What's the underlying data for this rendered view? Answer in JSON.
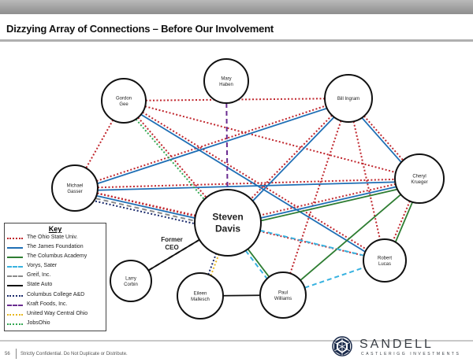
{
  "title": "Dizzying Array of Connections – Before Our Involvement",
  "nodes": {
    "mary": [
      "Mary",
      "Haben"
    ],
    "gordon": [
      "Gordon",
      "Gee"
    ],
    "bill": [
      "Bill Ingram"
    ],
    "michael": [
      "Michael",
      "Gasser"
    ],
    "cheryl": [
      "Cheryl",
      "Krueger"
    ],
    "steven": [
      "Steven",
      "Davis"
    ],
    "robert": [
      "Robert",
      "Lucas"
    ],
    "larry": [
      "Larry",
      "Corbin"
    ],
    "eileen": [
      "Eileen",
      "Mallesch"
    ],
    "paul": [
      "Paul",
      "Williams"
    ]
  },
  "former_ceo": [
    "Former",
    "CEO"
  ],
  "key": {
    "title": "Key",
    "items": [
      {
        "label": "The Ohio State Univ.",
        "color": "#c0262d",
        "style": "dotted"
      },
      {
        "label": "The James Foundation",
        "color": "#1f6fb5",
        "style": "solid"
      },
      {
        "label": "The Columbus Academy",
        "color": "#2e7d32",
        "style": "solid"
      },
      {
        "label": "Vorys, Sater",
        "color": "#38b2e0",
        "style": "dashed"
      },
      {
        "label": "Greif, Inc.",
        "color": "#8a8a8a",
        "style": "dashed"
      },
      {
        "label": "State Auto",
        "color": "#111111",
        "style": "solid"
      },
      {
        "label": "Columbus College A&D",
        "color": "#1a2a6c",
        "style": "dotted"
      },
      {
        "label": "Kraft Foods, Inc.",
        "color": "#6a2c91",
        "style": "dashed"
      },
      {
        "label": "United Way Central Ohio",
        "color": "#e8b820",
        "style": "dotted"
      },
      {
        "label": "JobsOhio",
        "color": "#33a853",
        "style": "dotted"
      }
    ]
  },
  "footer": {
    "page": "56",
    "confidential": "Strictly Confidential. Do Not Duplicate or Distribute."
  },
  "logo": {
    "word": "SANDELL",
    "sub": "CASTLERIGG INVESTMENTS"
  }
}
